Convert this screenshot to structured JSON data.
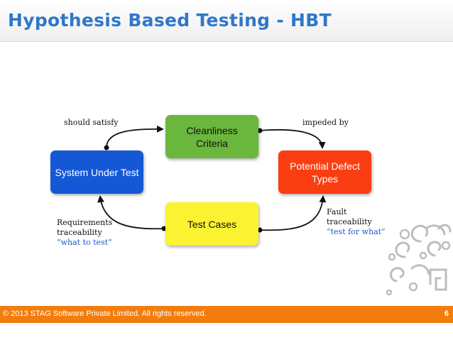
{
  "title": "Hypothesis Based Testing - HBT",
  "boxes": {
    "cleanliness": "Cleanliness Criteria",
    "sut": "System Under Test",
    "defects": "Potential Defect Types",
    "testcases": "Test Cases"
  },
  "labels": {
    "should_satisfy": "should satisfy",
    "impeded_by": "impeded by",
    "req_line1": "Requirements",
    "req_line2": "traceability",
    "req_quote": "“what to test”",
    "fault_line1": "Fault",
    "fault_line2": "traceability",
    "fault_quote": "“test for what”"
  },
  "footer": {
    "copyright": "© 2013 STAG Software Private Limited. All rights reserved.",
    "page": "6"
  },
  "colors": {
    "title": "#2f77c9",
    "cleanliness": "#6bb63c",
    "sut": "#1558d6",
    "defects": "#fb3d12",
    "testcases": "#fbf332",
    "footer": "#f27d0e",
    "quote_text": "#1d57c9"
  }
}
